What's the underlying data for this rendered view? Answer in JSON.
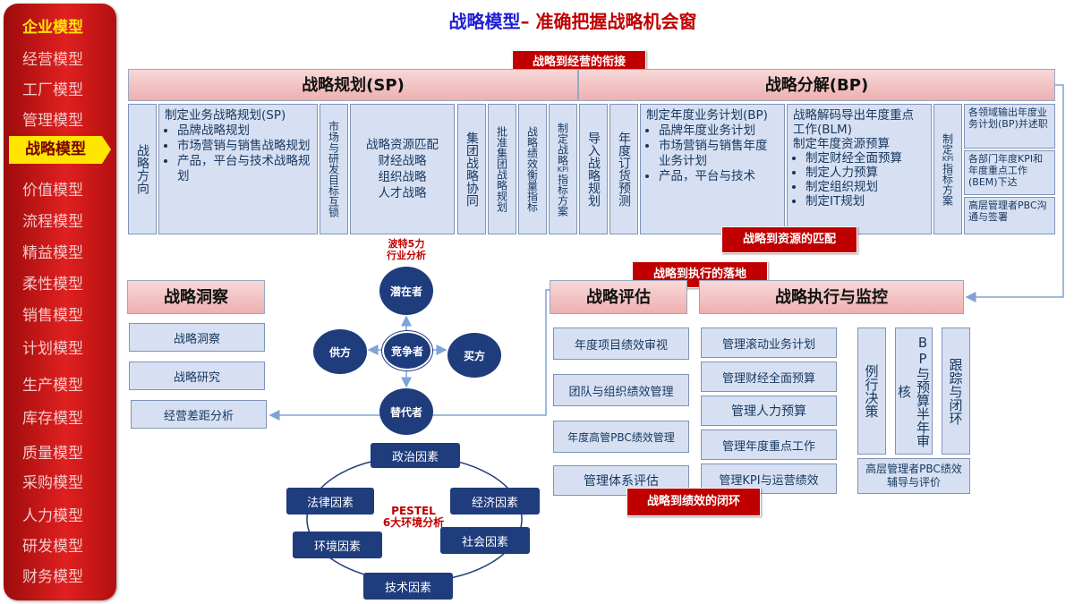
{
  "sidebar": {
    "brand": "企业模型",
    "items": [
      "经营模型",
      "工厂模型",
      "管理模型",
      "战略模型",
      "价值模型",
      "流程模型",
      "精益模型",
      "柔性模型",
      "销售模型",
      "计划模型",
      "生产模型",
      "库存模型",
      "质量模型",
      "采购模型",
      "人力模型",
      "研发模型",
      "财务模型"
    ],
    "active": "战略模型"
  },
  "title": {
    "main": "战略模型",
    "accent": "– 准确把握战略机会窗"
  },
  "tags": {
    "ops_link": "战略到经营的衔接",
    "resource_match": "战略到资源的匹配",
    "execution": "战略到执行的落地",
    "closure": "战略到绩效的闭环"
  },
  "headers": {
    "sp": "战略规划(SP)",
    "bp": "战略分解(BP)",
    "insight": "战略洞察",
    "eval": "战略评估",
    "exec": "战略执行与监控"
  },
  "sp": {
    "direction": "战略方向",
    "plan_title": "制定业务战略规划(SP)",
    "plan_items": [
      "品牌战略规划",
      "市场营销与销售战略规划",
      "产品，平台与技术战略规划"
    ],
    "market_lock": "市场与研发目标互锁",
    "resources": [
      "战略资源匹配",
      "财经战略",
      "组织战略",
      "人才战略"
    ],
    "group": "集团战略协同",
    "approve": "批准集团战略规划",
    "perf": "战略绩效衡量指标",
    "kpi": [
      "制定战略",
      "KPI",
      "指标方案"
    ]
  },
  "bp": {
    "import": "导入战略规划",
    "order": "年度订货预测",
    "plan_title": "制定年度业务计划(BP)",
    "plan_items": [
      "品牌年度业务计划",
      "市场营销与销售年度业务计划",
      "产品，平台与技术"
    ],
    "blm_lines": [
      "战略解码导出年度重点工作(BLM)",
      "制定年度资源预算"
    ],
    "blm_items": [
      "制定财经全面预算",
      "制定人力预算",
      "制定组织规划",
      "制定IT规划"
    ],
    "kpi": [
      "制定",
      "KPI",
      "指标方案"
    ],
    "right": [
      "各领域输出年度业务计划(BP)并述职",
      "各部门年度KPI和年度重点工作(BEM)下达",
      "高层管理者PBC沟通与签署"
    ]
  },
  "porter": {
    "label": "波特5力\n行业分析",
    "potential": "潜在者",
    "competitor": "竞争者",
    "supplier": "供方",
    "buyer": "买方",
    "substitute": "替代者"
  },
  "insight_items": [
    "战略洞察",
    "战略研究",
    "经营差距分析"
  ],
  "pestel": {
    "label": "PESTEL\n6大环境分析",
    "political": "政治因素",
    "economic": "经济因素",
    "social": "社会因素",
    "tech": "技术因素",
    "environment": "环境因素",
    "legal": "法律因素"
  },
  "eval_items": [
    "年度项目绩效审视",
    "团队与组织绩效管理",
    "年度高管PBC绩效管理",
    "管理体系评估"
  ],
  "exec_items": [
    "管理滚动业务计划",
    "管理财经全面预算",
    "管理人力预算",
    "管理年度重点工作",
    "管理KPI与运营绩效"
  ],
  "monitor": {
    "routine": "例行决策",
    "review": "BP与预算半年审核",
    "track": "跟踪与闭环",
    "pbc": "高层管理者PBC绩效辅导与评价"
  }
}
